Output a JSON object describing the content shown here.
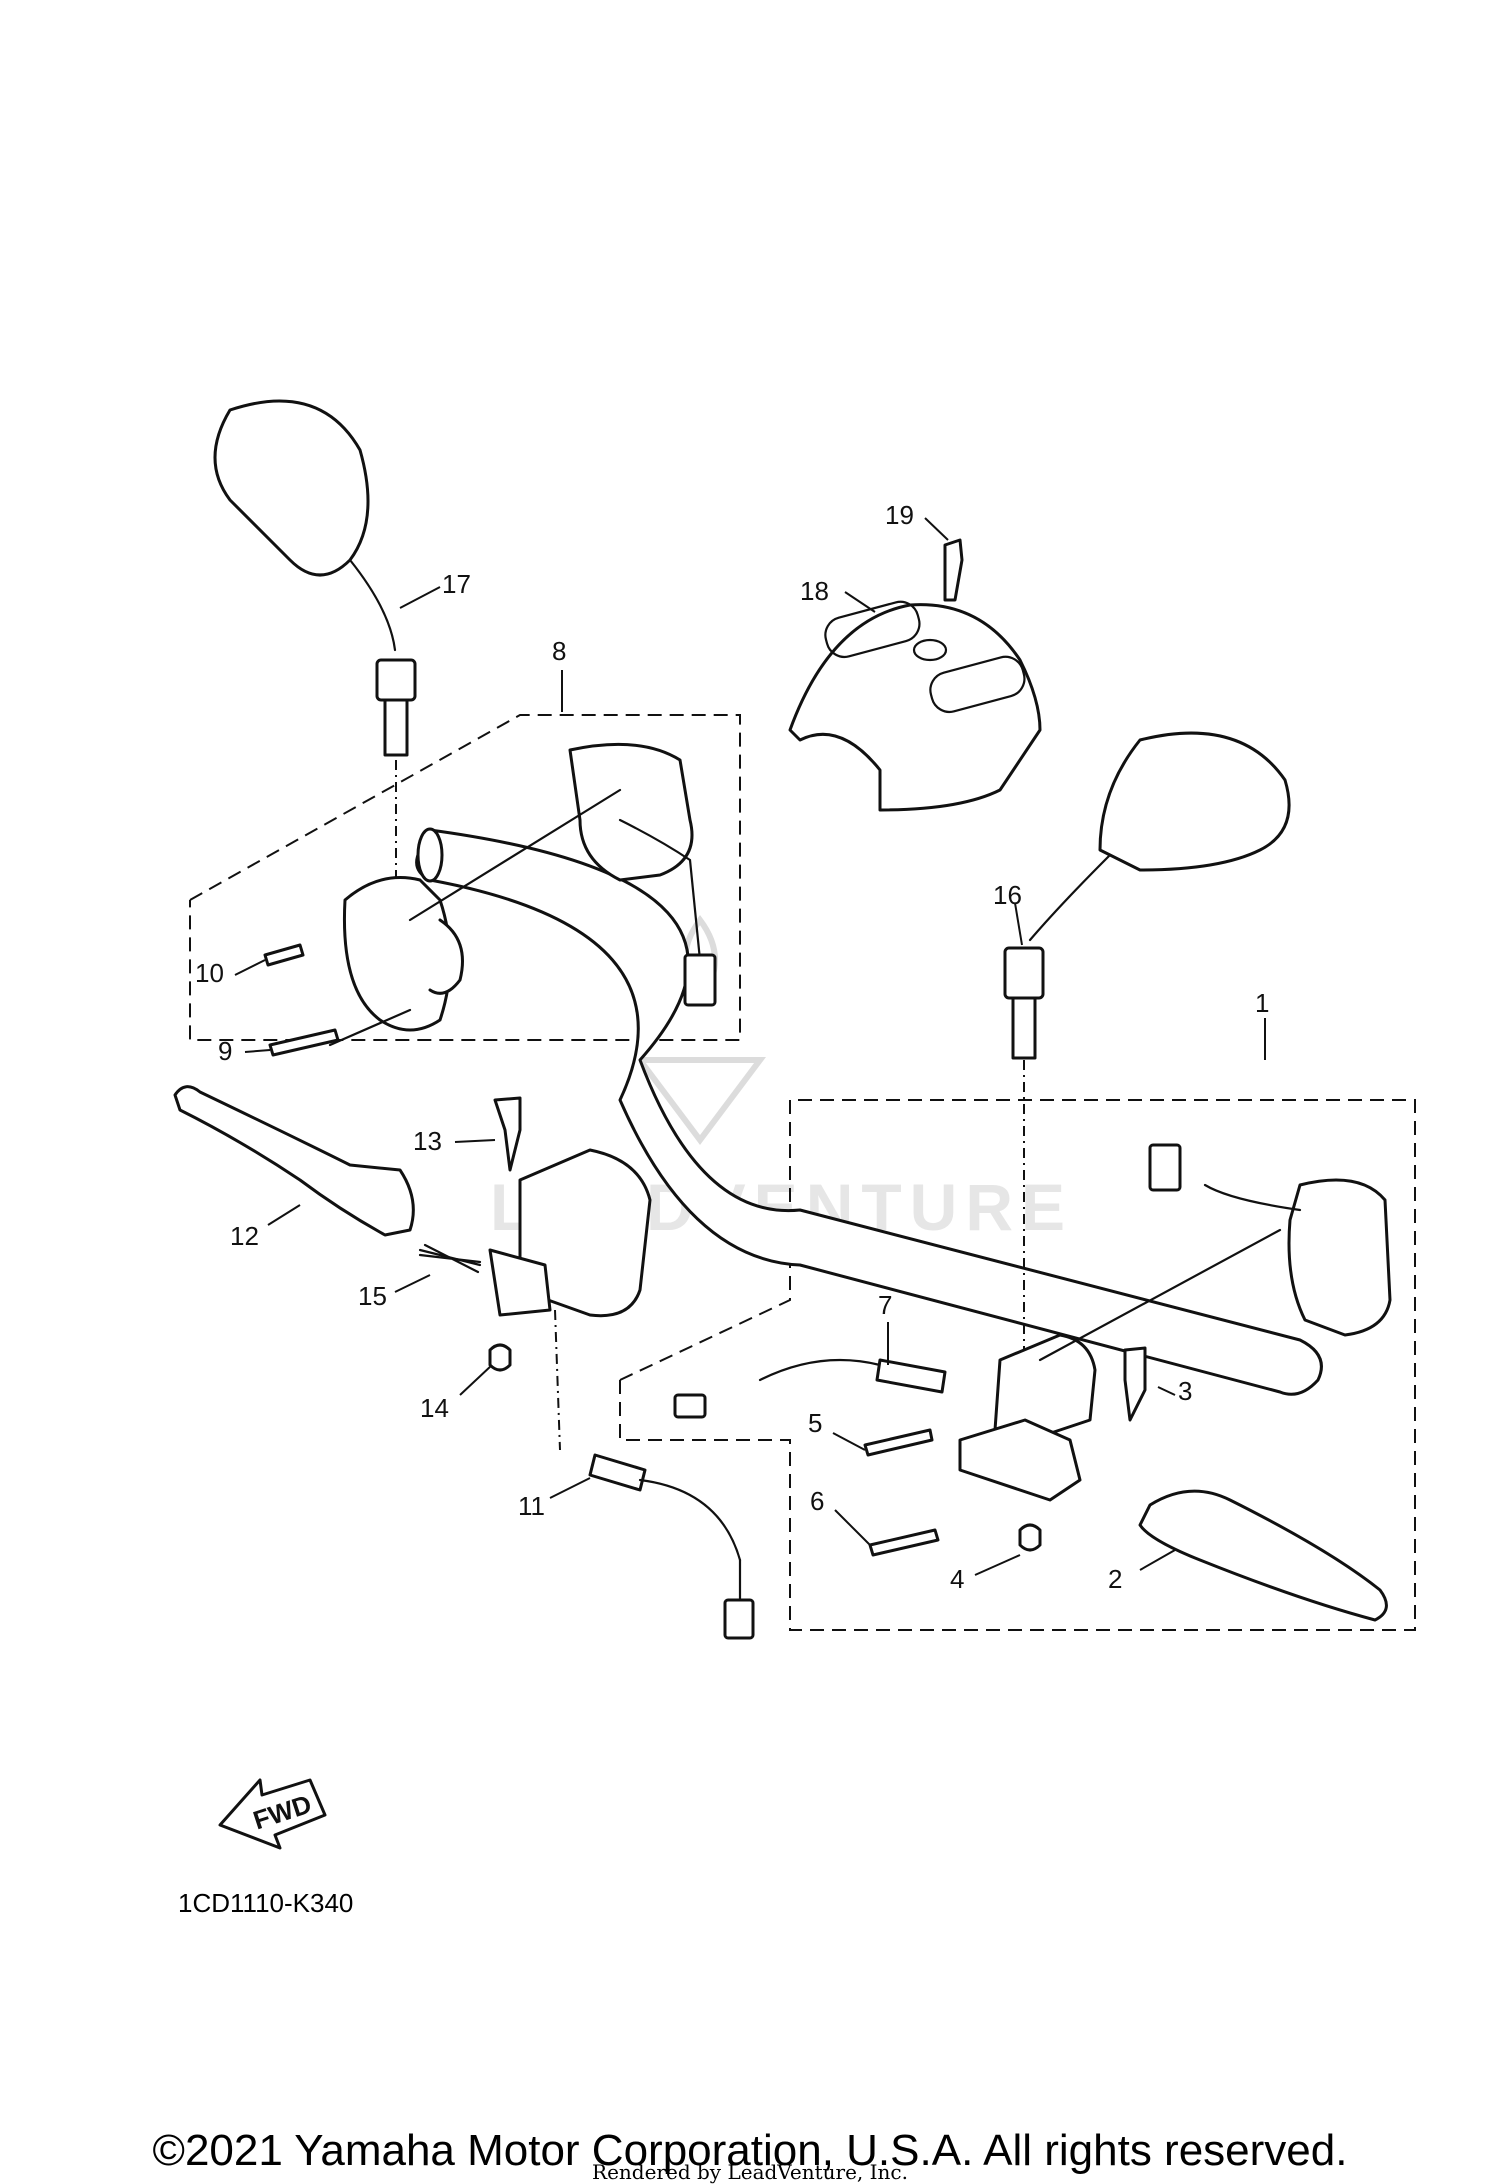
{
  "diagram": {
    "callouts": [
      {
        "id": "1",
        "label": "1"
      },
      {
        "id": "2",
        "label": "2"
      },
      {
        "id": "3",
        "label": "3"
      },
      {
        "id": "4",
        "label": "4"
      },
      {
        "id": "5",
        "label": "5"
      },
      {
        "id": "6",
        "label": "6"
      },
      {
        "id": "7",
        "label": "7"
      },
      {
        "id": "8",
        "label": "8"
      },
      {
        "id": "9",
        "label": "9"
      },
      {
        "id": "10",
        "label": "10"
      },
      {
        "id": "11",
        "label": "11"
      },
      {
        "id": "12",
        "label": "12"
      },
      {
        "id": "13",
        "label": "13"
      },
      {
        "id": "14",
        "label": "14"
      },
      {
        "id": "15",
        "label": "15"
      },
      {
        "id": "16",
        "label": "16"
      },
      {
        "id": "17",
        "label": "17"
      },
      {
        "id": "18",
        "label": "18"
      },
      {
        "id": "19",
        "label": "19"
      }
    ],
    "fwd_label": "FWD",
    "diagram_code": "1CD1110-K340",
    "watermark": "LEADVENTURE"
  },
  "footer": {
    "copyright": "©2021 Yamaha Motor Corporation, U.S.A. All rights reserved.",
    "rendered_by": "Rendered by LeadVenture, Inc."
  }
}
